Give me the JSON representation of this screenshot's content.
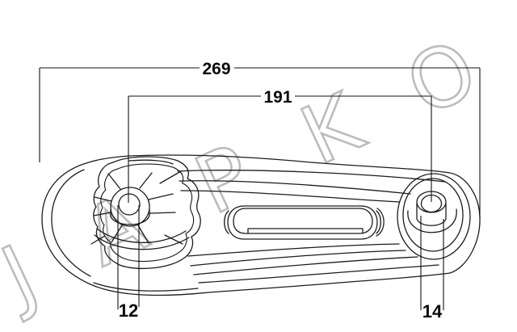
{
  "drawing": {
    "type": "engine-mount-technical-drawing",
    "watermark_text": "JAPKO",
    "dims": {
      "overall_length": "269",
      "hole_spacing": "191",
      "left_hole_diameter": "12",
      "right_hole_diameter": "14"
    },
    "colors": {
      "line": "#1c1c1c",
      "dimension": "#0a0a0a",
      "watermark": "#bcbcbc",
      "background": "#ffffff"
    }
  }
}
